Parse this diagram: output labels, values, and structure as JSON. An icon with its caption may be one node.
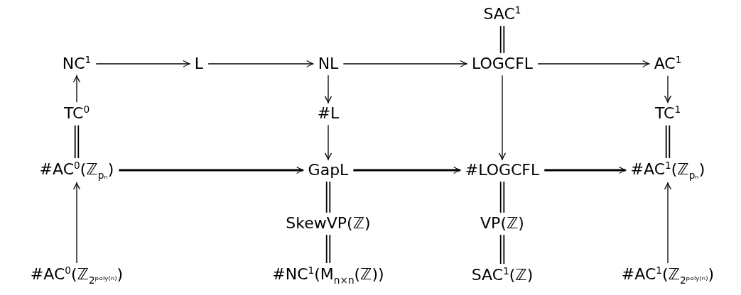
{
  "diagram": {
    "nodes": [
      {
        "text": [
          "SAC$^{1}$"
        ]
      },
      {
        "text": [
          "NC$^{1}$"
        ]
      },
      {
        "text": [
          "L"
        ]
      },
      {
        "text": [
          "NL"
        ]
      },
      {
        "text": [
          "LOGCFL"
        ]
      },
      {
        "text": [
          "AC$^{1}$"
        ]
      },
      {
        "text": [
          "TC$^{0}$"
        ]
      },
      {
        "text": [
          "#L"
        ]
      },
      {
        "text": [
          "TC$^{1}$"
        ]
      },
      {
        "text": [
          "#AC$^{0}$(ℤ$_{pₙ}$)"
        ]
      },
      {
        "text": [
          "GapL"
        ]
      },
      {
        "text": [
          "#LOGCFL"
        ]
      },
      {
        "text": [
          "#AC$^{1}$(ℤ$_{pₙ}$)"
        ]
      },
      {
        "text": [
          "SkewVP(ℤ)"
        ]
      },
      {
        "text": [
          "VP(ℤ)"
        ]
      },
      {
        "text": [
          "#AC$^{0}$(ℤ$_{2ᵖᵒˡʸ⁽ⁿ⁾}$)"
        ]
      },
      {
        "text": [
          "#NC$^{1}$(M$_{n×n}$(ℤ))"
        ]
      },
      {
        "text": [
          "SAC$^{1}$(ℤ)"
        ]
      },
      {
        "text": [
          "#AC$^{1}$(ℤ$_{2ᵖᵒˡʸ⁽ⁿ⁾}$)"
        ]
      }
    ],
    "edges": [
      {
        "from": 0,
        "to": 4,
        "arrow": "none"
      },
      {
        "from": 1,
        "to": 2,
        "arrow": "to"
      },
      {
        "from": 2,
        "to": 3,
        "arrow": "to"
      },
      {
        "from": 3,
        "to": 4,
        "arrow": "to"
      },
      {
        "from": 4,
        "to": 5,
        "arrow": "to"
      },
      {
        "from": 6,
        "to": 1,
        "arrow": "to"
      },
      {
        "from": 3,
        "to": 7,
        "arrow": "to"
      },
      {
        "from": 7,
        "to": 10,
        "arrow": "to"
      },
      {
        "from": 4,
        "to": 11,
        "arrow": "to"
      },
      {
        "from": 5,
        "to": 8,
        "arrow": "to"
      },
      {
        "from": 6,
        "to": 9,
        "arrow": "none"
      },
      {
        "from": 8,
        "to": 12,
        "arrow": "none"
      },
      {
        "from": 9,
        "to": 10,
        "arrow": "to",
        "style": "thick"
      },
      {
        "from": 10,
        "to": 11,
        "arrow": "to",
        "style": "thick"
      },
      {
        "from": 11,
        "to": 12,
        "arrow": "to",
        "style": "thick"
      },
      {
        "from": 10,
        "to": 13,
        "arrow": "none"
      },
      {
        "from": 11,
        "to": 14,
        "arrow": "none"
      },
      {
        "from": 15,
        "to": 9,
        "arrow": "to"
      },
      {
        "from": 13,
        "to": 16,
        "arrow": "none"
      },
      {
        "from": 14,
        "to": 17,
        "arrow": "none"
      },
      {
        "from": 18,
        "to": 12,
        "arrow": "to"
      }
    ]
  }
}
